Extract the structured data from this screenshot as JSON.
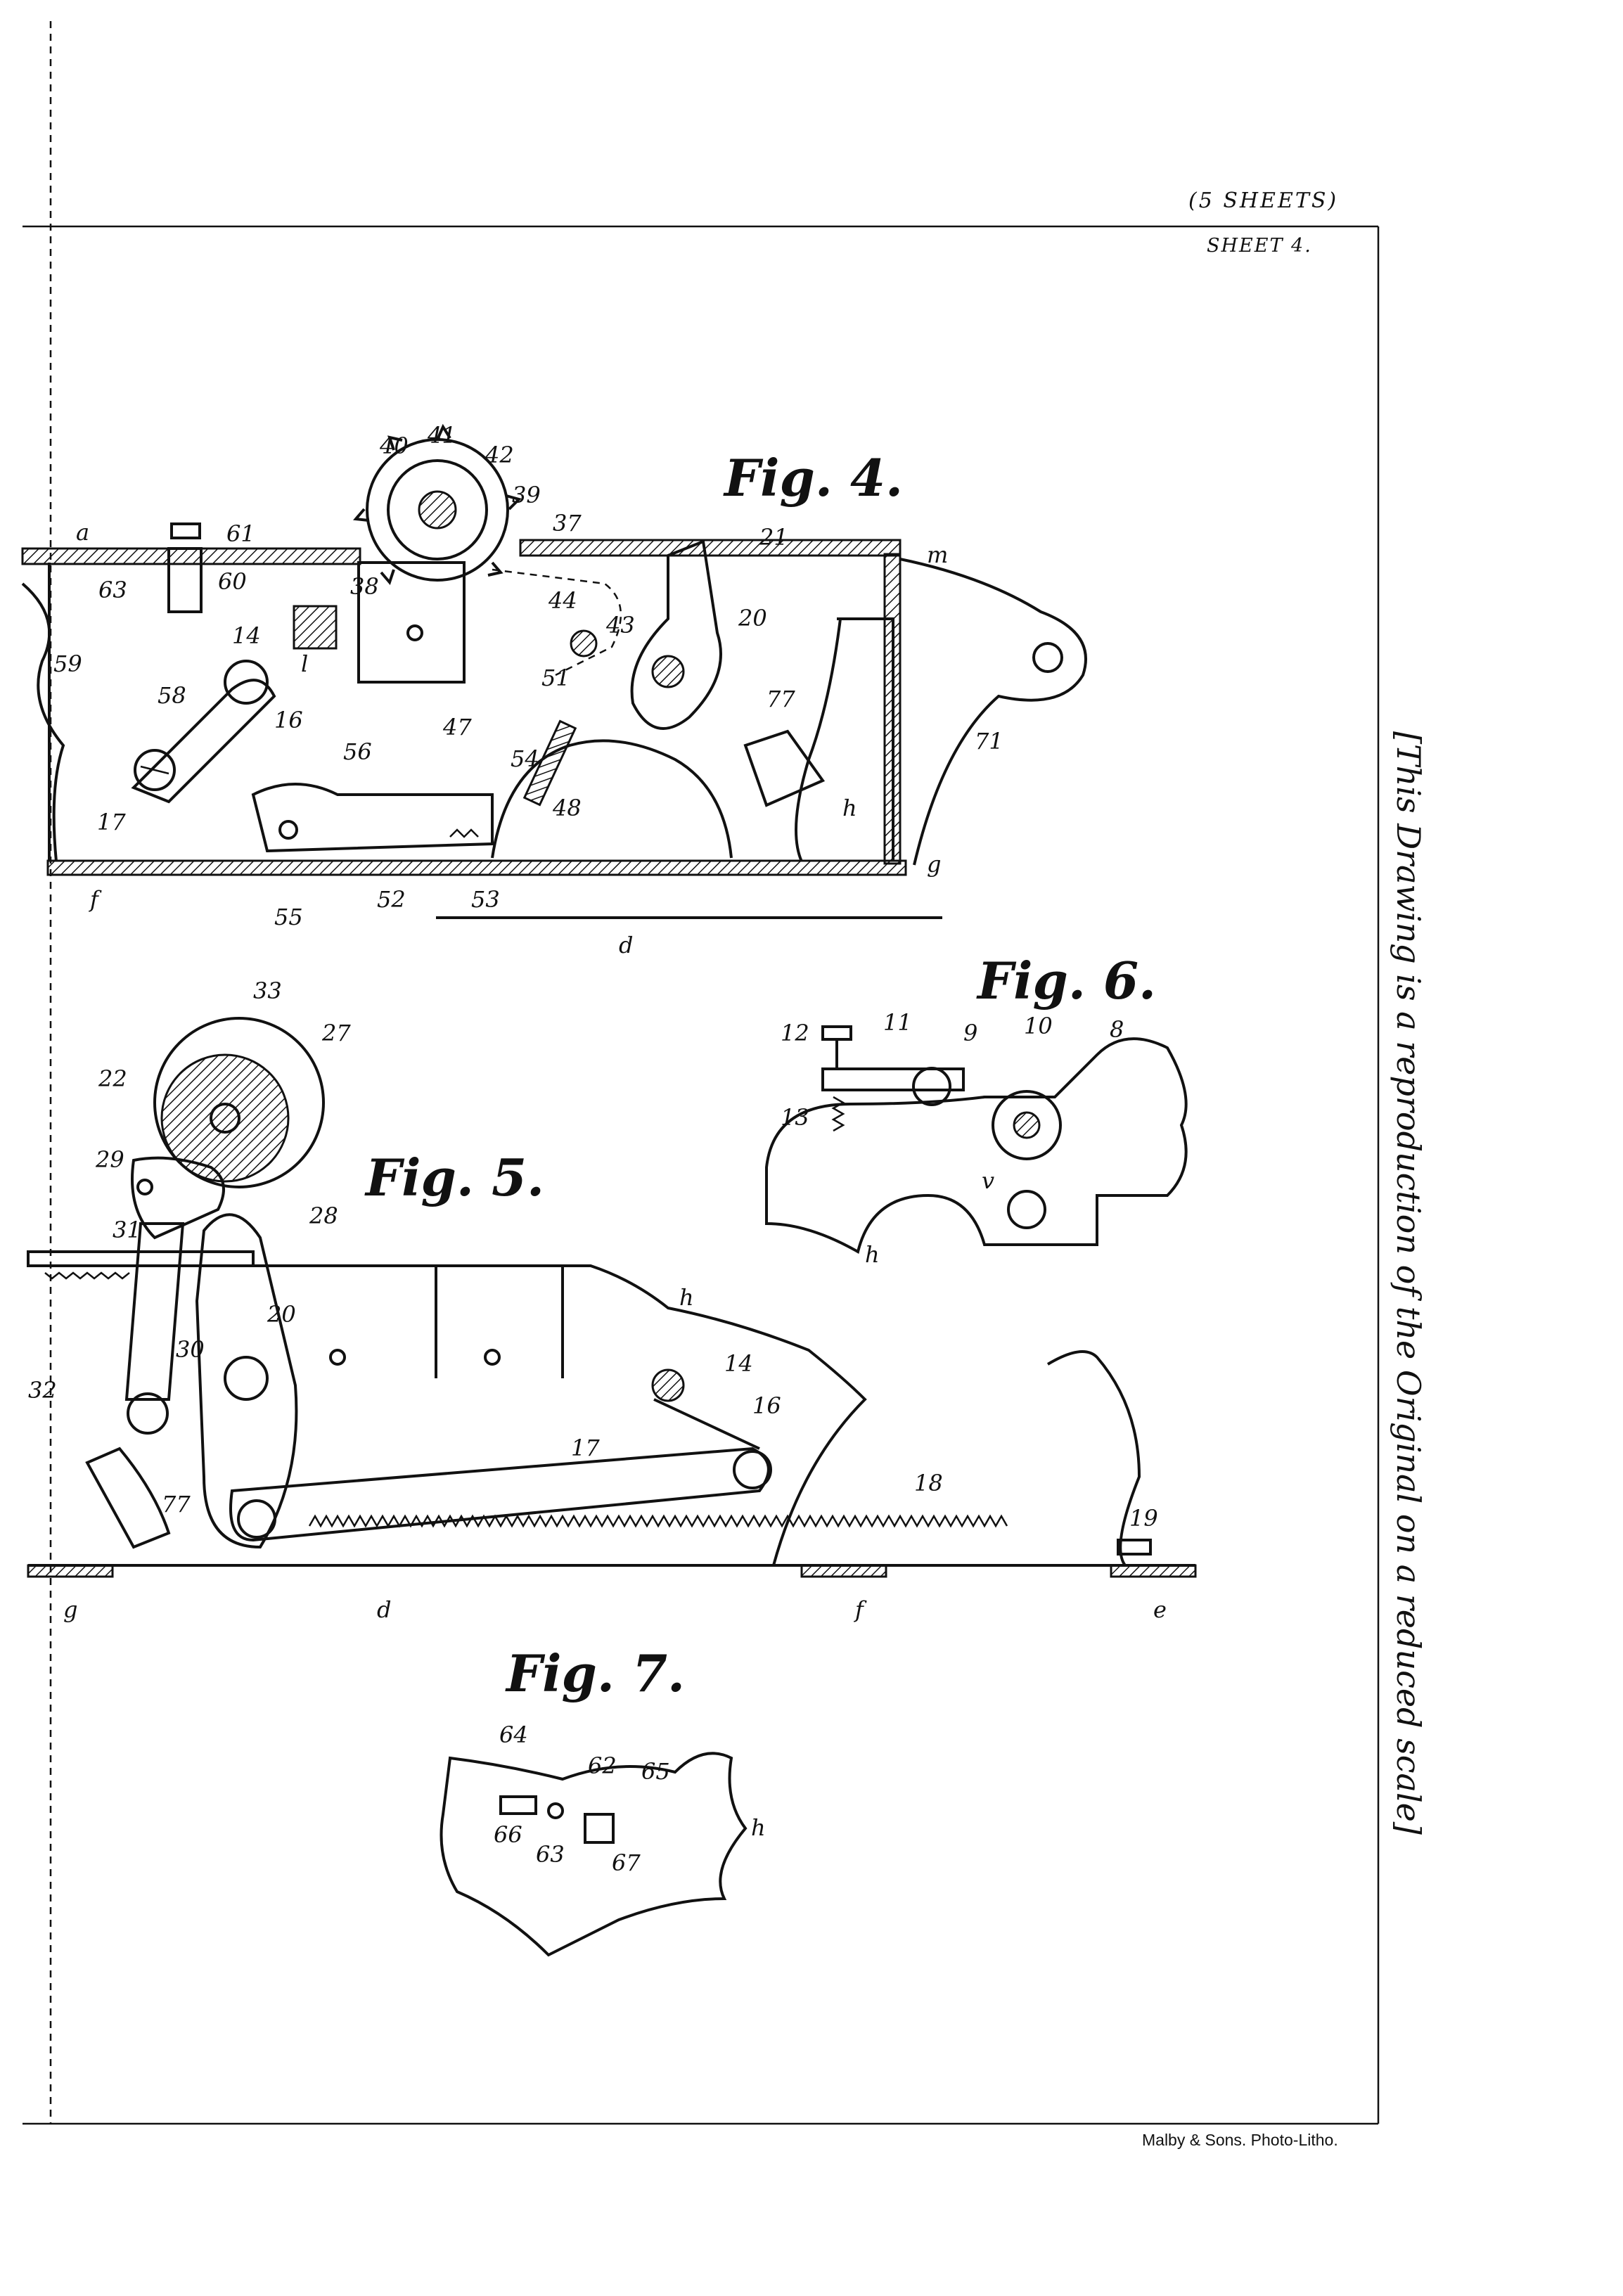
{
  "header": {
    "sheets": "(5 SHEETS)",
    "sheet": "SHEET 4."
  },
  "side_note": "[This Drawing is a reproduction of the Original on a reduced scale]",
  "printer": "Malby & Sons. Photo-Litho.",
  "figures": {
    "fig4": {
      "title": "Fig. 4.",
      "labels": [
        "40",
        "41",
        "42",
        "39",
        "37",
        "21",
        "m",
        "a",
        "61",
        "60",
        "63",
        "38",
        "44",
        "43",
        "20",
        "14",
        "59",
        "58",
        "16",
        "l",
        "51",
        "47",
        "77",
        "71",
        "56",
        "54",
        "48",
        "17",
        "55",
        "52",
        "53",
        "g",
        "f",
        "d",
        "h"
      ]
    },
    "fig5": {
      "title": "Fig. 5.",
      "labels": [
        "33",
        "27",
        "22",
        "29",
        "28",
        "31",
        "20",
        "h",
        "30",
        "32",
        "14",
        "16",
        "17",
        "77",
        "18",
        "19",
        "g",
        "d",
        "f",
        "e"
      ]
    },
    "fig6": {
      "title": "Fig. 6.",
      "labels": [
        "12",
        "11",
        "9",
        "10",
        "8",
        "13",
        "v",
        "h"
      ]
    },
    "fig7": {
      "title": "Fig. 7.",
      "labels": [
        "64",
        "62",
        "65",
        "66",
        "63",
        "67",
        "h"
      ]
    }
  }
}
